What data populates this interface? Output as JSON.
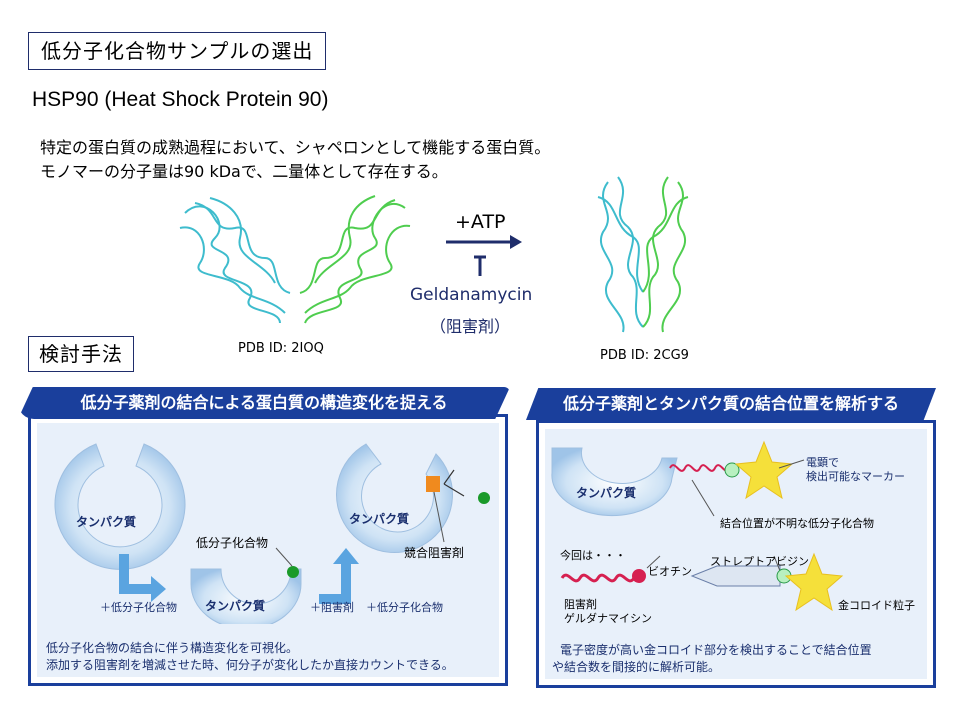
{
  "header": {
    "title": "低分子化合物サンプルの選出",
    "subtitle": "HSP90 (Heat Shock Protein 90)",
    "description_lines": [
      "特定の蛋白質の成熟過程において、シャペロンとして機能する蛋白質。",
      "モノマーの分子量は90 kDaで、二量体として存在する。"
    ]
  },
  "structures": {
    "left_pdb": "PDB ID: 2IOQ",
    "right_pdb": "PDB ID: 2CG9",
    "arrow_label": "+ATP",
    "inhibitor_name": "Geldanamycin",
    "inhibitor_role": "（阻害剤）"
  },
  "method": {
    "title": "検討手法"
  },
  "left_panel": {
    "banner": "低分子薬剤の結合による蛋白質の構造変化を捉える",
    "protein_label": "タンパク質",
    "compound_label": "低分子化合物",
    "competitor_label": "競合阻害剤",
    "step1": "＋低分子化合物",
    "step2_a": "＋阻害剤",
    "step2_b": "＋低分子化合物",
    "footer_lines": [
      "低分子化合物の結合に伴う構造変化を可視化。",
      "添加する阻害剤を増減させた時、何分子が変化したか直接カウントできる。"
    ]
  },
  "right_panel": {
    "banner": "低分子薬剤とタンパク質の結合位置を解析する",
    "protein_label": "タンパク質",
    "marker_lines": [
      "電顕で",
      "検出可能なマーカー"
    ],
    "unknown_binding": "結合位置が不明な低分子化合物",
    "this_time": "今回は・・・",
    "biotin": "ビオチン",
    "streptavidin": "ストレプトアビジン",
    "inhibitor_lines": [
      "阻害剤",
      "ゲルダナマイシン"
    ],
    "gold": "金コロイド粒子",
    "footer_lines": [
      "電子密度が高い金コロイド部分を検出することで結合位置",
      "や結合数を間接的に解析可能。"
    ]
  },
  "colors": {
    "navy": "#1a2f6e",
    "banner": "#1a3f9c",
    "protein_cyan": "#2ab5c8",
    "protein_green": "#3cc83c",
    "orange": "#f08a1e",
    "star": "#f5e03a",
    "wave": "#d62050"
  }
}
